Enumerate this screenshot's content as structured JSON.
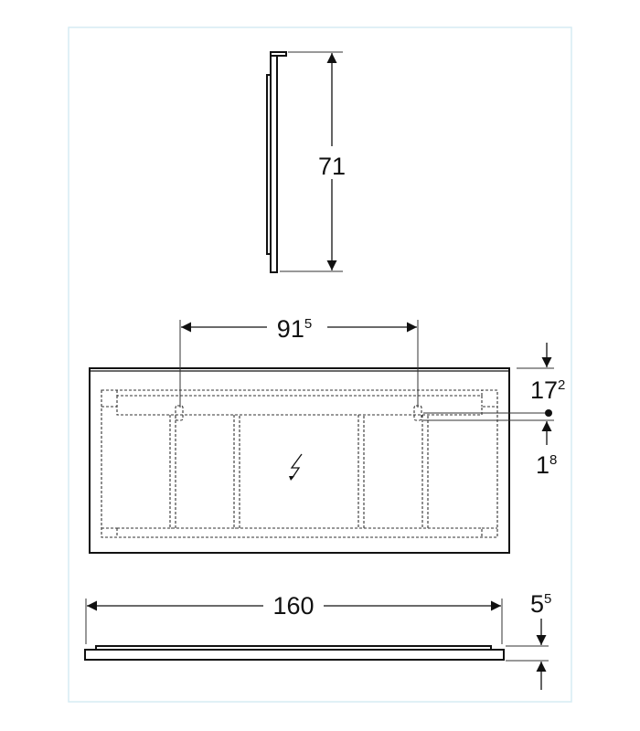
{
  "drawing": {
    "side_view": {
      "height": "71"
    },
    "front_view": {
      "bracket_spacing": {
        "main": "91",
        "sup": "5"
      },
      "bracket_offset_top": {
        "main": "17",
        "sup": "2"
      },
      "bracket_height": {
        "main": "1",
        "sup": "8"
      },
      "symbol": "electrical-connection"
    },
    "top_view": {
      "width": "160",
      "depth": {
        "main": "5",
        "sup": "5"
      }
    },
    "frame_color": "#d6ecf3"
  }
}
